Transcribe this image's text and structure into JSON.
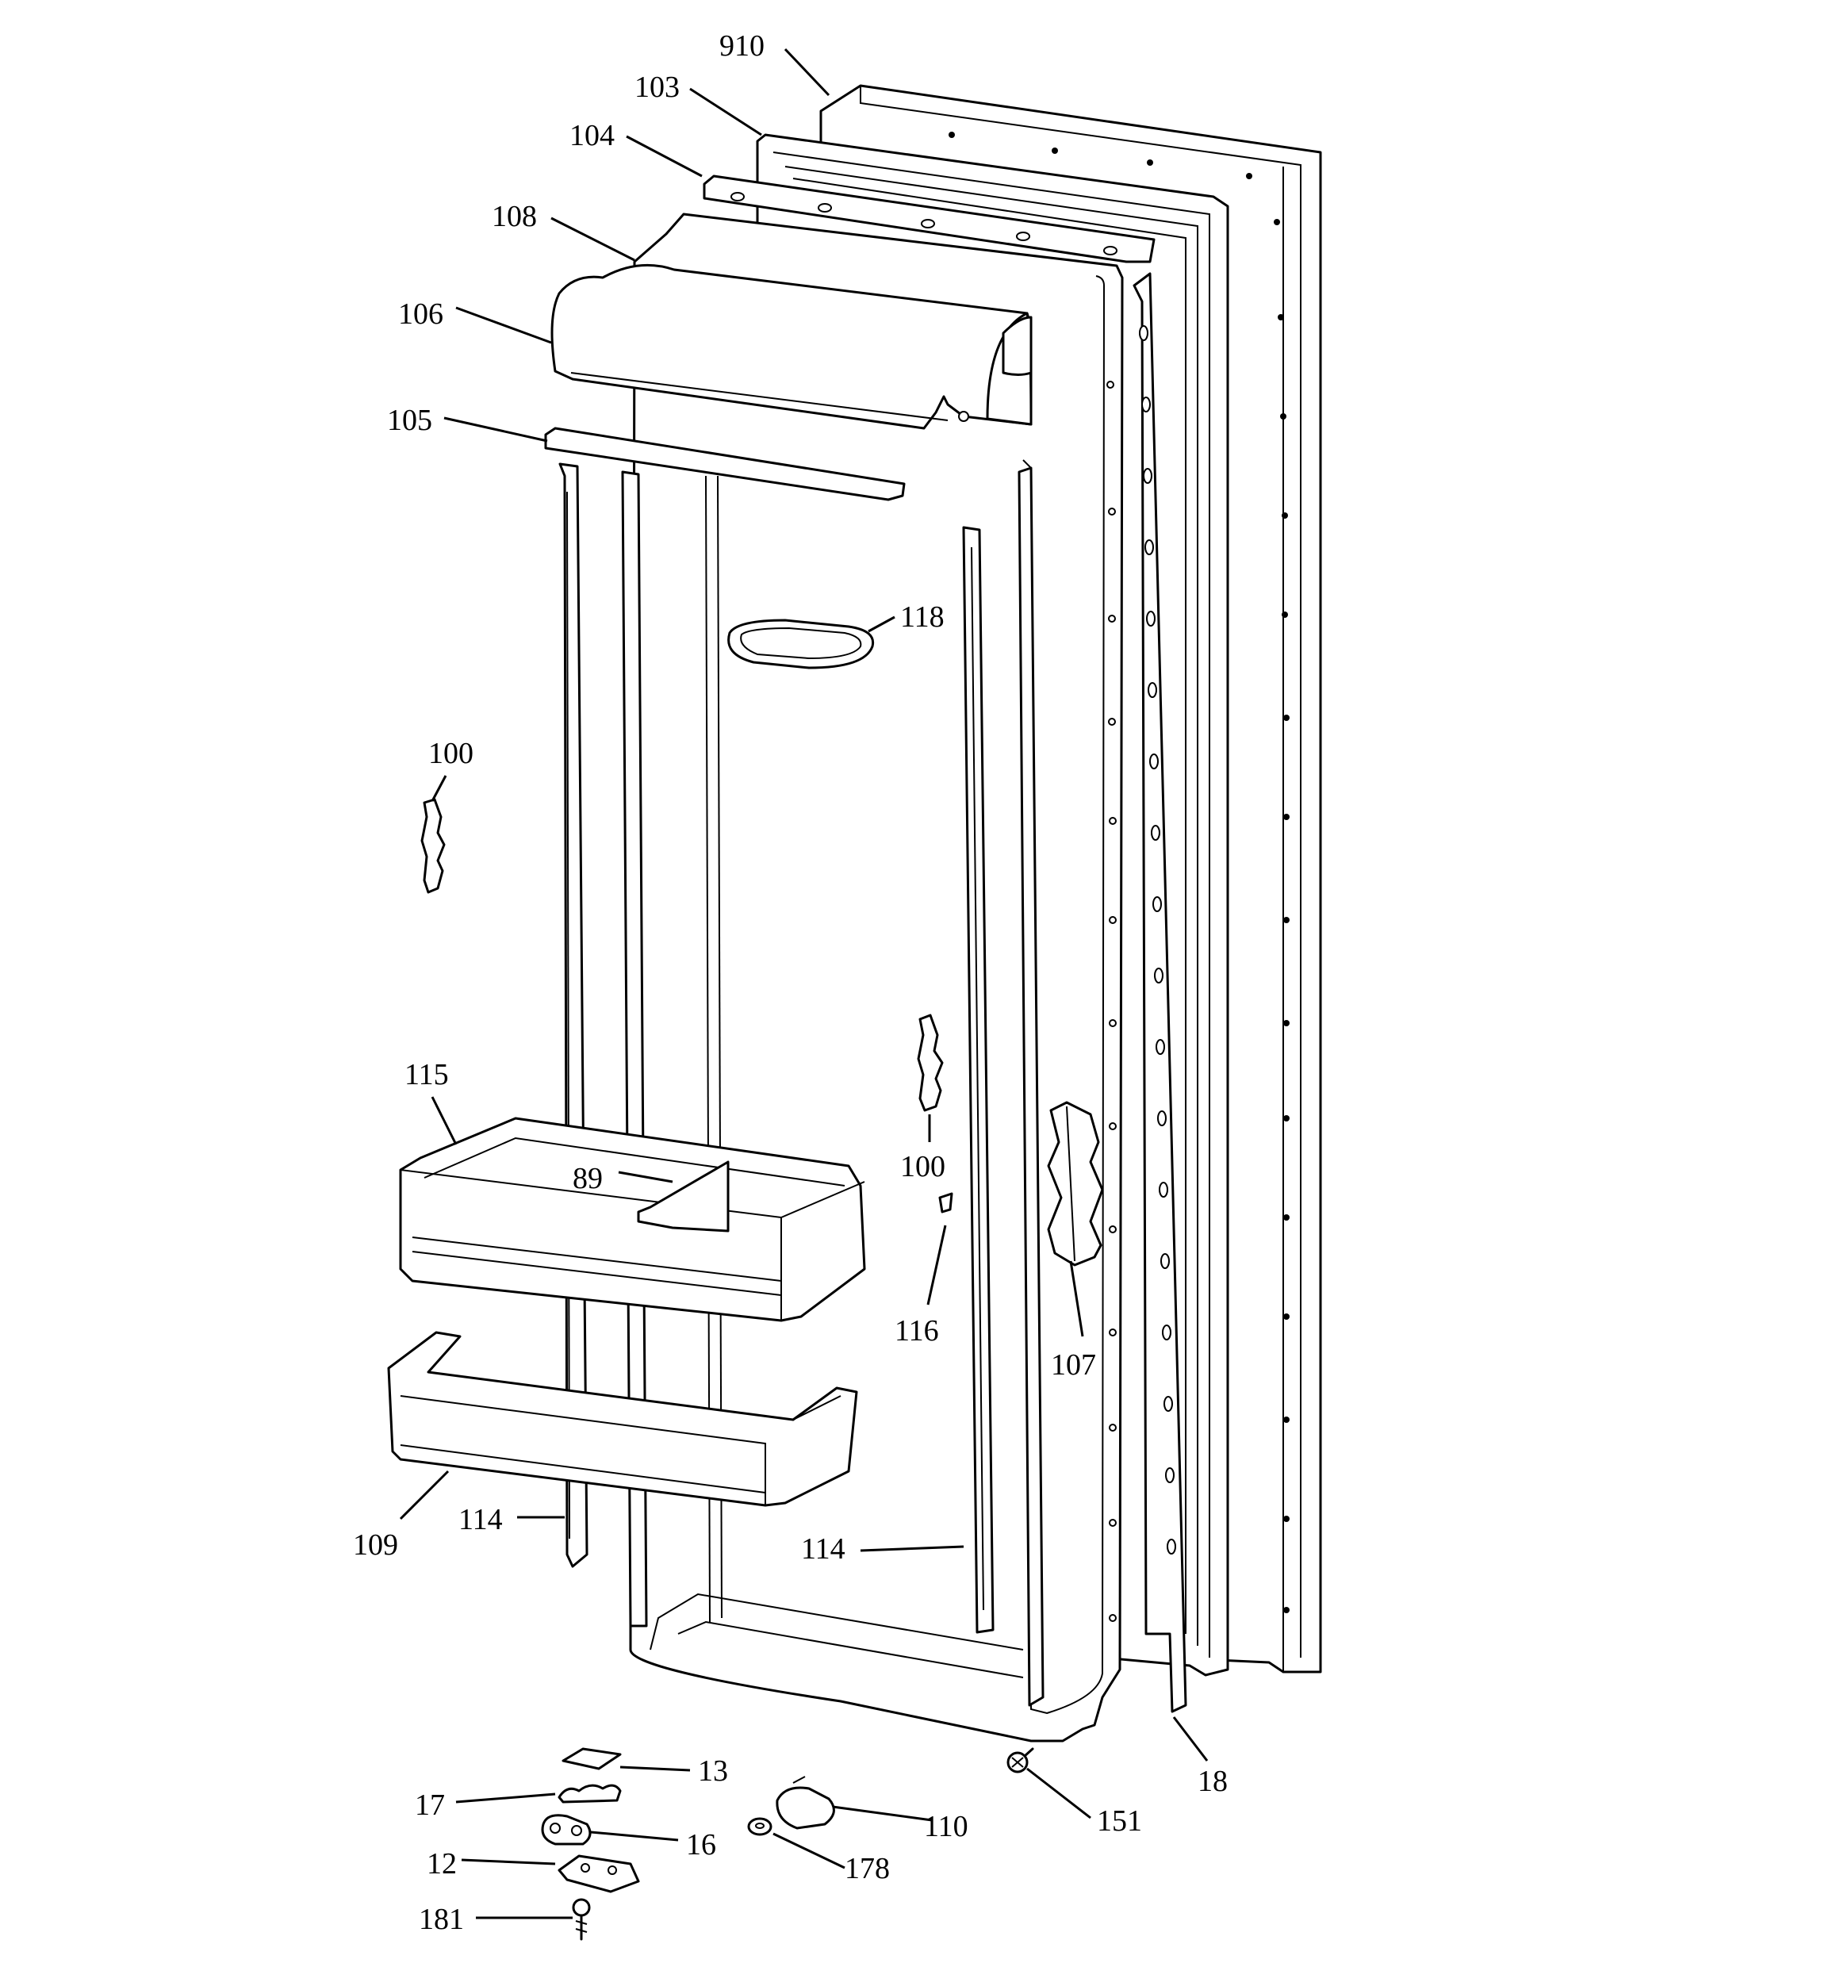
{
  "callouts": {
    "p910": "910",
    "p103": "103",
    "p104": "104",
    "p108": "108",
    "p106": "106",
    "p105": "105",
    "p118": "118",
    "p100a": "100",
    "p100b": "100",
    "p115": "115",
    "p89": "89",
    "p116": "116",
    "p107": "107",
    "p109": "109",
    "p114a": "114",
    "p114b": "114",
    "p13": "13",
    "p17": "17",
    "p16": "16",
    "p12": "12",
    "p181": "181",
    "p110": "110",
    "p178": "178",
    "p151": "151",
    "p18": "18"
  },
  "colors": {
    "line": "#000000",
    "background": "#ffffff"
  }
}
